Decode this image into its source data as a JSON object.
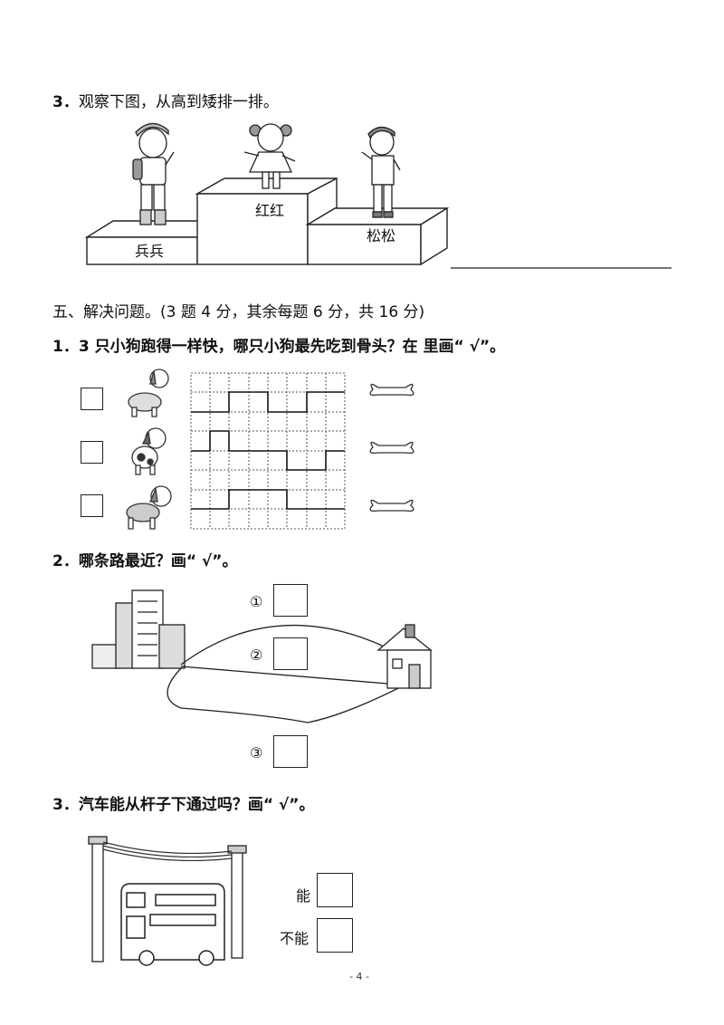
{
  "part4_q3": {
    "number": "3．",
    "prompt": "观察下图，从高到矮排一排。",
    "names": {
      "left": "兵兵",
      "middle": "红红",
      "right": "松松"
    }
  },
  "section5": {
    "title": "五、解决问题。(3 题 4 分，其余每题 6 分，共 16 分)"
  },
  "q1": {
    "number": "1．",
    "prompt": "3 只小狗跑得一样快，哪只小狗最先吃到骨头？在  里画“ √”。"
  },
  "q2": {
    "number": "2．",
    "prompt": "哪条路最近？画“ √”。",
    "routes": [
      "①",
      "②",
      "③"
    ]
  },
  "q3": {
    "number": "3．",
    "prompt": "汽车能从杆子下通过吗？画“ √”。",
    "options": [
      "能",
      "不能"
    ]
  },
  "footer": {
    "page": "- 4 -"
  }
}
